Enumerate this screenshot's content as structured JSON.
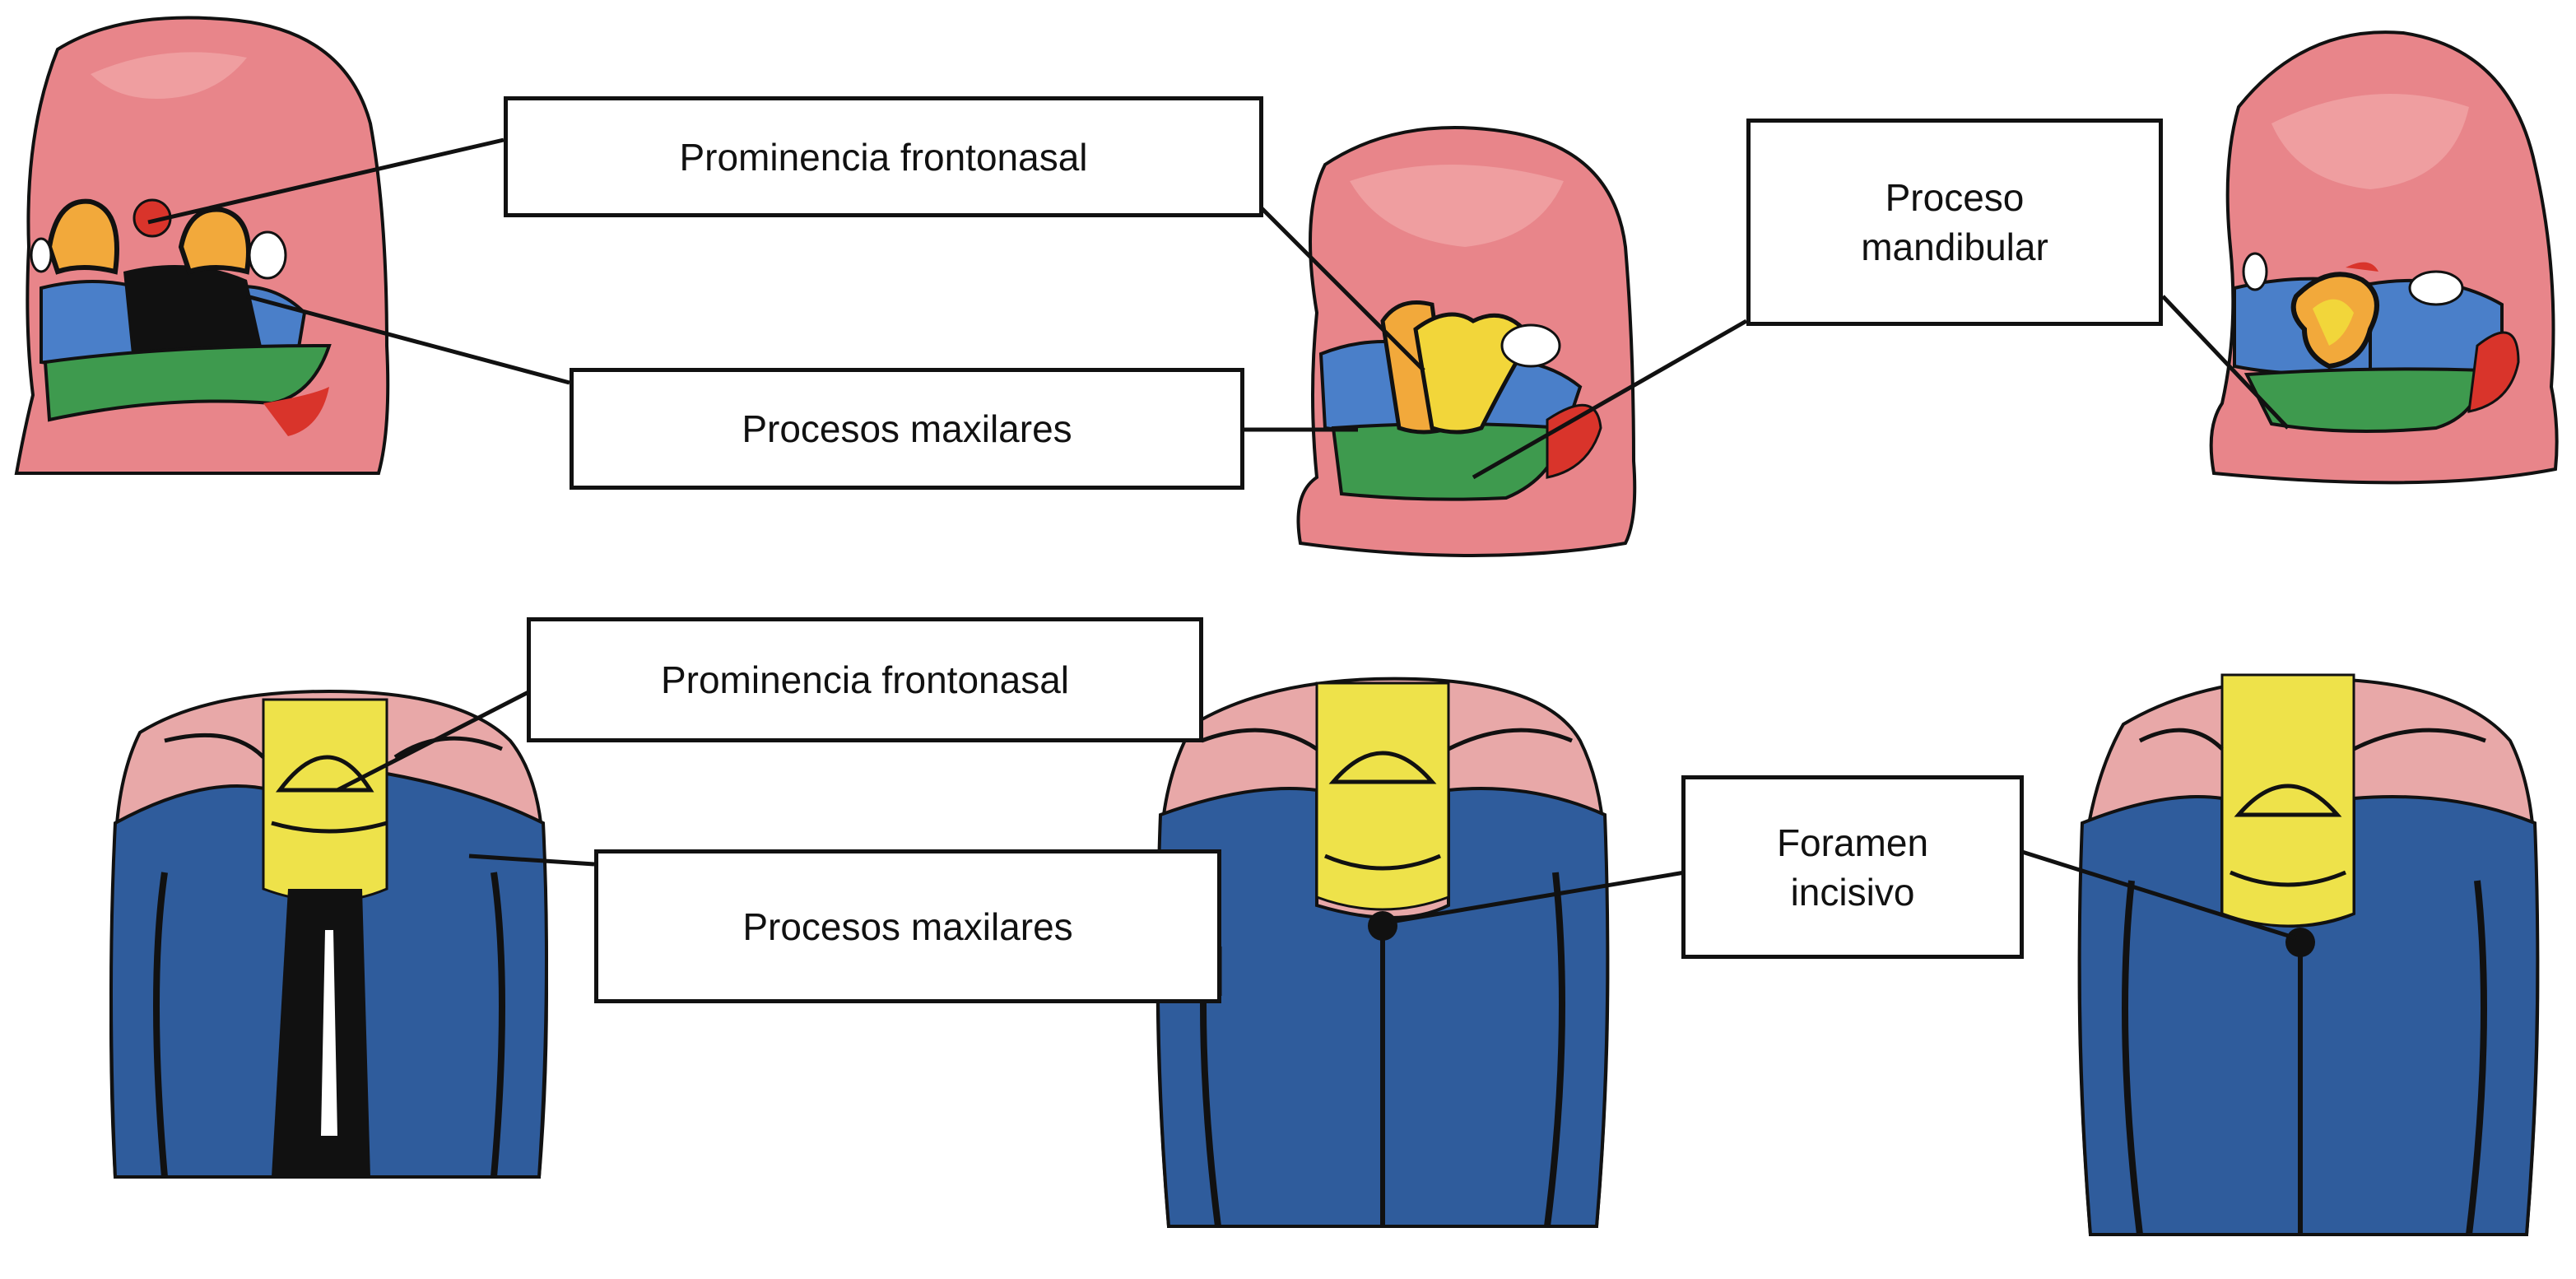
{
  "labels": {
    "frontonasal_top": "Prominencia frontonasal",
    "maxilares_top": "Procesos maxilares",
    "mandibular": "Proceso\nmandibular",
    "frontonasal_bottom": "Prominencia frontonasal",
    "maxilares_bottom": "Procesos maxilares",
    "foramen": "Foramen\nincisivo"
  },
  "colors": {
    "skin": "#E8858A",
    "skin_light": "#F2A8AA",
    "frontonasal": "#F2A93B",
    "frontonasal_fill": "#F2D63A",
    "maxillary": "#4A7FC9",
    "mandibular": "#3E9A4E",
    "red_accent": "#D9342B",
    "palate_blue": "#2F5C9C",
    "palate_yellow": "#EEE24A",
    "outline": "#111111"
  },
  "icons": [
    "embryo-face-early",
    "embryo-face-mid",
    "embryo-face-late",
    "palate-early",
    "palate-mid",
    "palate-late"
  ]
}
